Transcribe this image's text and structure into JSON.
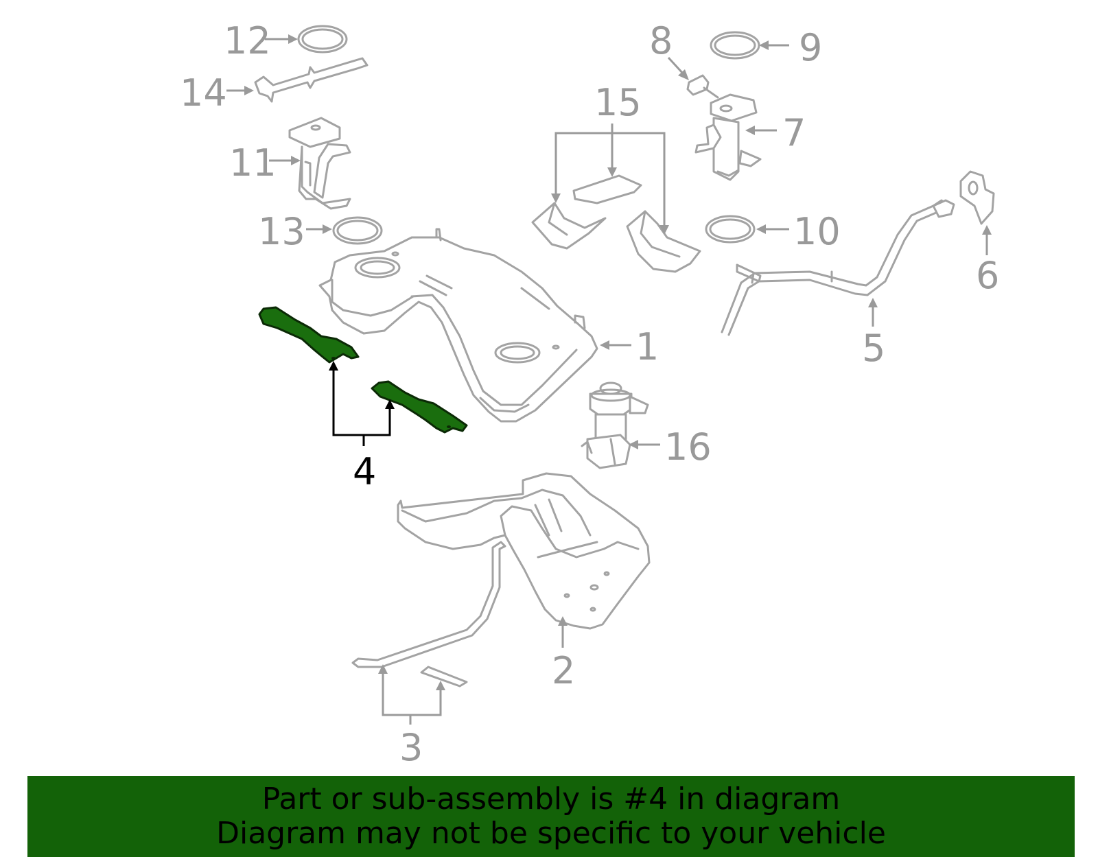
{
  "colors": {
    "highlight_part": "#1a6e0e",
    "banner_background": "#136208",
    "part_outline": "#a3a3a3",
    "label": "#999999",
    "highlight_label": "#000000"
  },
  "callouts": [
    {
      "id": "1",
      "label": "1"
    },
    {
      "id": "2",
      "label": "2"
    },
    {
      "id": "3",
      "label": "3"
    },
    {
      "id": "4",
      "label": "4",
      "highlighted": true
    },
    {
      "id": "5",
      "label": "5"
    },
    {
      "id": "6",
      "label": "6"
    },
    {
      "id": "7",
      "label": "7"
    },
    {
      "id": "8",
      "label": "8"
    },
    {
      "id": "9",
      "label": "9"
    },
    {
      "id": "10",
      "label": "10"
    },
    {
      "id": "11",
      "label": "11"
    },
    {
      "id": "12",
      "label": "12"
    },
    {
      "id": "13",
      "label": "13"
    },
    {
      "id": "14",
      "label": "14"
    },
    {
      "id": "15",
      "label": "15"
    },
    {
      "id": "16",
      "label": "16"
    }
  ],
  "banner": {
    "line1": "Part or sub-assembly is #4 in diagram",
    "line2": "Diagram may not be specific to your vehicle"
  }
}
